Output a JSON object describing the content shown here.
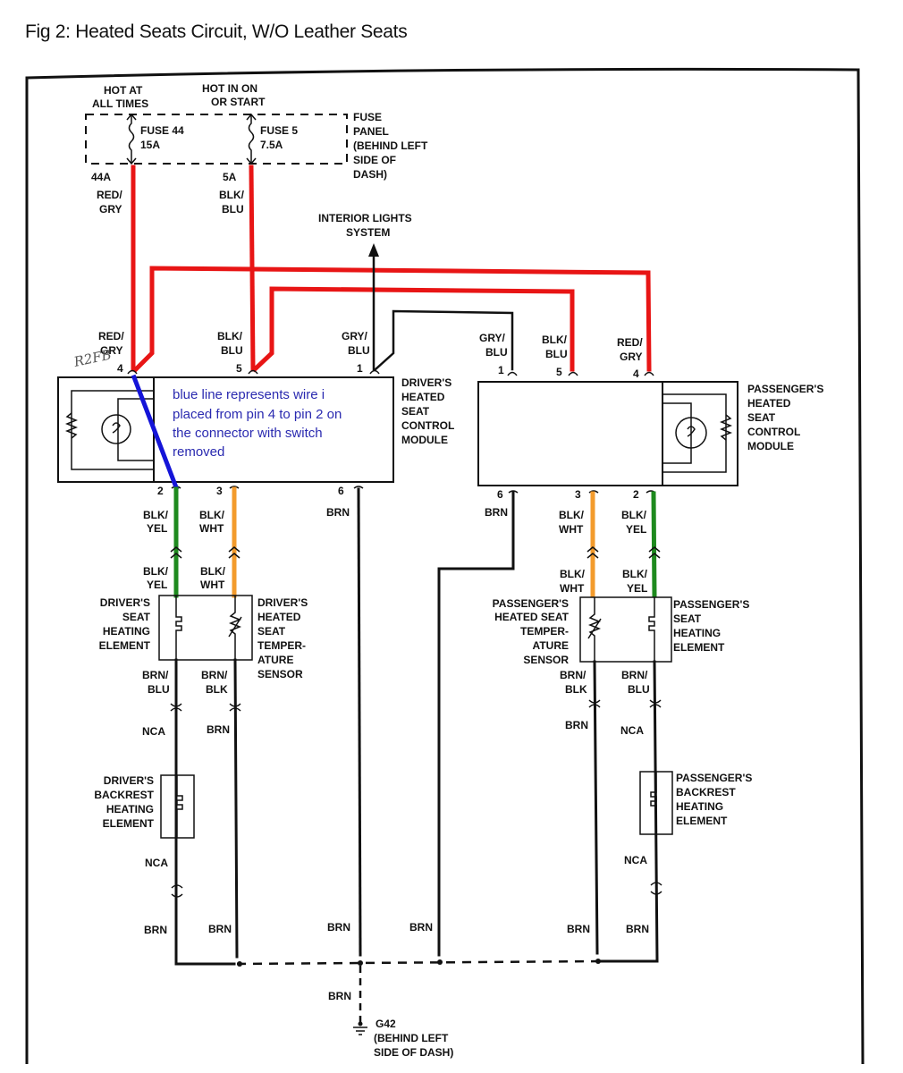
{
  "title": "Fig 2: Heated Seats Circuit, W/O Leather Seats",
  "power": {
    "hot_at_all_times": [
      "HOT AT",
      "ALL TIMES"
    ],
    "hot_in_on_or_start": [
      "HOT IN ON",
      "OR START"
    ],
    "fuse44": {
      "name": "FUSE 44",
      "rating": "15A",
      "terminal": "44A",
      "wire": [
        "RED/",
        "GRY"
      ]
    },
    "fuse5": {
      "name": "FUSE 5",
      "rating": "7.5A",
      "terminal": "5A",
      "wire": [
        "BLK/",
        "BLU"
      ]
    },
    "fuse_panel": [
      "FUSE",
      "PANEL",
      "(BEHIND LEFT",
      "SIDE OF",
      "DASH)"
    ]
  },
  "interior_lights": [
    "INTERIOR LIGHTS",
    "SYSTEM"
  ],
  "driver_module": {
    "label": [
      "DRIVER'S",
      "HEATED",
      "SEAT",
      "CONTROL",
      "MODULE"
    ],
    "top_pins": [
      {
        "pin": "4",
        "wire": [
          "RED/",
          "GRY"
        ]
      },
      {
        "pin": "5",
        "wire": [
          "BLK/",
          "BLU"
        ]
      },
      {
        "pin": "1",
        "wire": [
          "GRY/",
          "BLU"
        ]
      }
    ],
    "bottom_pins": [
      {
        "pin": "2",
        "wire": [
          "BLK/",
          "YEL"
        ]
      },
      {
        "pin": "3",
        "wire": [
          "BLK/",
          "WHT"
        ]
      },
      {
        "pin": "6",
        "wire": [
          "BRN"
        ]
      }
    ],
    "handwritten": "R2FB"
  },
  "passenger_module": {
    "label": [
      "PASSENGER'S",
      "HEATED",
      "SEAT",
      "CONTROL",
      "MODULE"
    ],
    "top_pins": [
      {
        "pin": "1",
        "wire": [
          "GRY/",
          "BLU"
        ]
      },
      {
        "pin": "5",
        "wire": [
          "BLK/",
          "BLU"
        ]
      },
      {
        "pin": "4",
        "wire": [
          "RED/",
          "GRY"
        ]
      }
    ],
    "bottom_pins": [
      {
        "pin": "6",
        "wire": [
          "BRN"
        ]
      },
      {
        "pin": "3",
        "wire": [
          "BLK/",
          "WHT"
        ]
      },
      {
        "pin": "2",
        "wire": [
          "BLK/",
          "YEL"
        ]
      }
    ]
  },
  "annotation": [
    "blue line represents wire i",
    "placed from pin 4 to pin 2 on",
    "the connector with switch",
    "removed"
  ],
  "driver_seat": {
    "upper_wires": [
      [
        "BLK/",
        "YEL"
      ],
      [
        "BLK/",
        "WHT"
      ]
    ],
    "heating_element": [
      "DRIVER'S",
      "SEAT",
      "HEATING",
      "ELEMENT"
    ],
    "temp_sensor": [
      "DRIVER'S",
      "HEATED",
      "SEAT",
      "TEMPER-",
      "ATURE",
      "SENSOR"
    ],
    "lower_wires": [
      [
        "BRN/",
        "BLU"
      ],
      [
        "BRN/",
        "BLK"
      ]
    ],
    "nca_top": "NCA",
    "brn_sensor": "BRN",
    "backrest": [
      "DRIVER'S",
      "BACKREST",
      "HEATING",
      "ELEMENT"
    ],
    "nca_bottom": "NCA",
    "brn_bottom": [
      "BRN",
      "BRN",
      "BRN",
      "BRN"
    ]
  },
  "passenger_seat": {
    "upper_wires": [
      [
        "BLK/",
        "WHT"
      ],
      [
        "BLK/",
        "YEL"
      ]
    ],
    "heating_element": [
      "PASSENGER'S",
      "SEAT",
      "HEATING",
      "ELEMENT"
    ],
    "temp_sensor": [
      "PASSENGER'S",
      "HEATED SEAT",
      "TEMPER-",
      "ATURE",
      "SENSOR"
    ],
    "lower_wires": [
      [
        "BRN/",
        "BLK"
      ],
      [
        "BRN/",
        "BLU"
      ]
    ],
    "brn_sensor": "BRN",
    "nca_top": "NCA",
    "backrest": [
      "PASSENGER'S",
      "BACKREST",
      "HEATING",
      "ELEMENT"
    ],
    "nca_bottom": "NCA",
    "brn_bottom": [
      "BRN",
      "BRN"
    ]
  },
  "ground": {
    "wire": "BRN",
    "name": "G42",
    "location": [
      "(BEHIND LEFT",
      "SIDE OF DASH)"
    ]
  },
  "colors": {
    "red_wire": "#e81515",
    "green_wire": "#1e8a1e",
    "orange_wire": "#f39b2c",
    "blue_wire": "#1414d8",
    "annotation_text": "#2a2ab0"
  }
}
